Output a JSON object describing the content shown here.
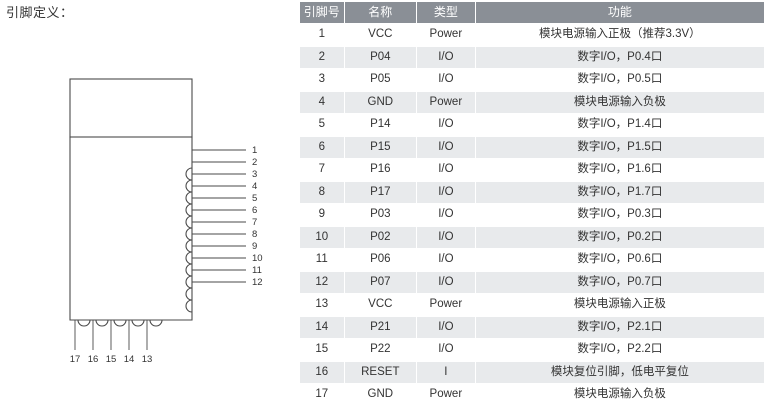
{
  "page": {
    "title": "引脚定义："
  },
  "diagram": {
    "right_pin_labels": [
      "1",
      "2",
      "3",
      "4",
      "5",
      "6",
      "7",
      "8",
      "9",
      "10",
      "11",
      "12"
    ],
    "bottom_pin_labels": [
      "17",
      "16",
      "15",
      "14",
      "13"
    ],
    "module_outline_name": "module-outline"
  },
  "table": {
    "headers": [
      "引脚号",
      "名称",
      "类型",
      "功能"
    ],
    "rows": [
      {
        "num": "1",
        "name": "VCC",
        "type": "Power",
        "func": "模块电源输入正极（推荐3.3V）"
      },
      {
        "num": "2",
        "name": "P04",
        "type": "I/O",
        "func": "数字I/O，P0.4口"
      },
      {
        "num": "3",
        "name": "P05",
        "type": "I/O",
        "func": "数字I/O，P0.5口"
      },
      {
        "num": "4",
        "name": "GND",
        "type": "Power",
        "func": "模块电源输入负极"
      },
      {
        "num": "5",
        "name": "P14",
        "type": "I/O",
        "func": "数字I/O，P1.4口"
      },
      {
        "num": "6",
        "name": "P15",
        "type": "I/O",
        "func": "数字I/O，P1.5口"
      },
      {
        "num": "7",
        "name": "P16",
        "type": "I/O",
        "func": "数字I/O，P1.6口"
      },
      {
        "num": "8",
        "name": "P17",
        "type": "I/O",
        "func": "数字I/O，P1.7口"
      },
      {
        "num": "9",
        "name": "P03",
        "type": "I/O",
        "func": "数字I/O，P0.3口"
      },
      {
        "num": "10",
        "name": "P02",
        "type": "I/O",
        "func": "数字I/O，P0.2口"
      },
      {
        "num": "11",
        "name": "P06",
        "type": "I/O",
        "func": "数字I/O，P0.6口"
      },
      {
        "num": "12",
        "name": "P07",
        "type": "I/O",
        "func": "数字I/O，P0.7口"
      },
      {
        "num": "13",
        "name": "VCC",
        "type": "Power",
        "func": "模块电源输入正极"
      },
      {
        "num": "14",
        "name": "P21",
        "type": "I/O",
        "func": "数字I/O，P2.1口"
      },
      {
        "num": "15",
        "name": "P22",
        "type": "I/O",
        "func": "数字I/O，P2.2口"
      },
      {
        "num": "16",
        "name": "RESET",
        "type": "I",
        "func": "模块复位引脚，低电平复位"
      },
      {
        "num": "17",
        "name": "GND",
        "type": "Power",
        "func": "模块电源输入负极"
      }
    ]
  },
  "colors": {
    "header_bg": "#8a8f96",
    "row_alt_bg": "#e8eaec",
    "text": "#333333",
    "line": "#4a4a4a"
  }
}
